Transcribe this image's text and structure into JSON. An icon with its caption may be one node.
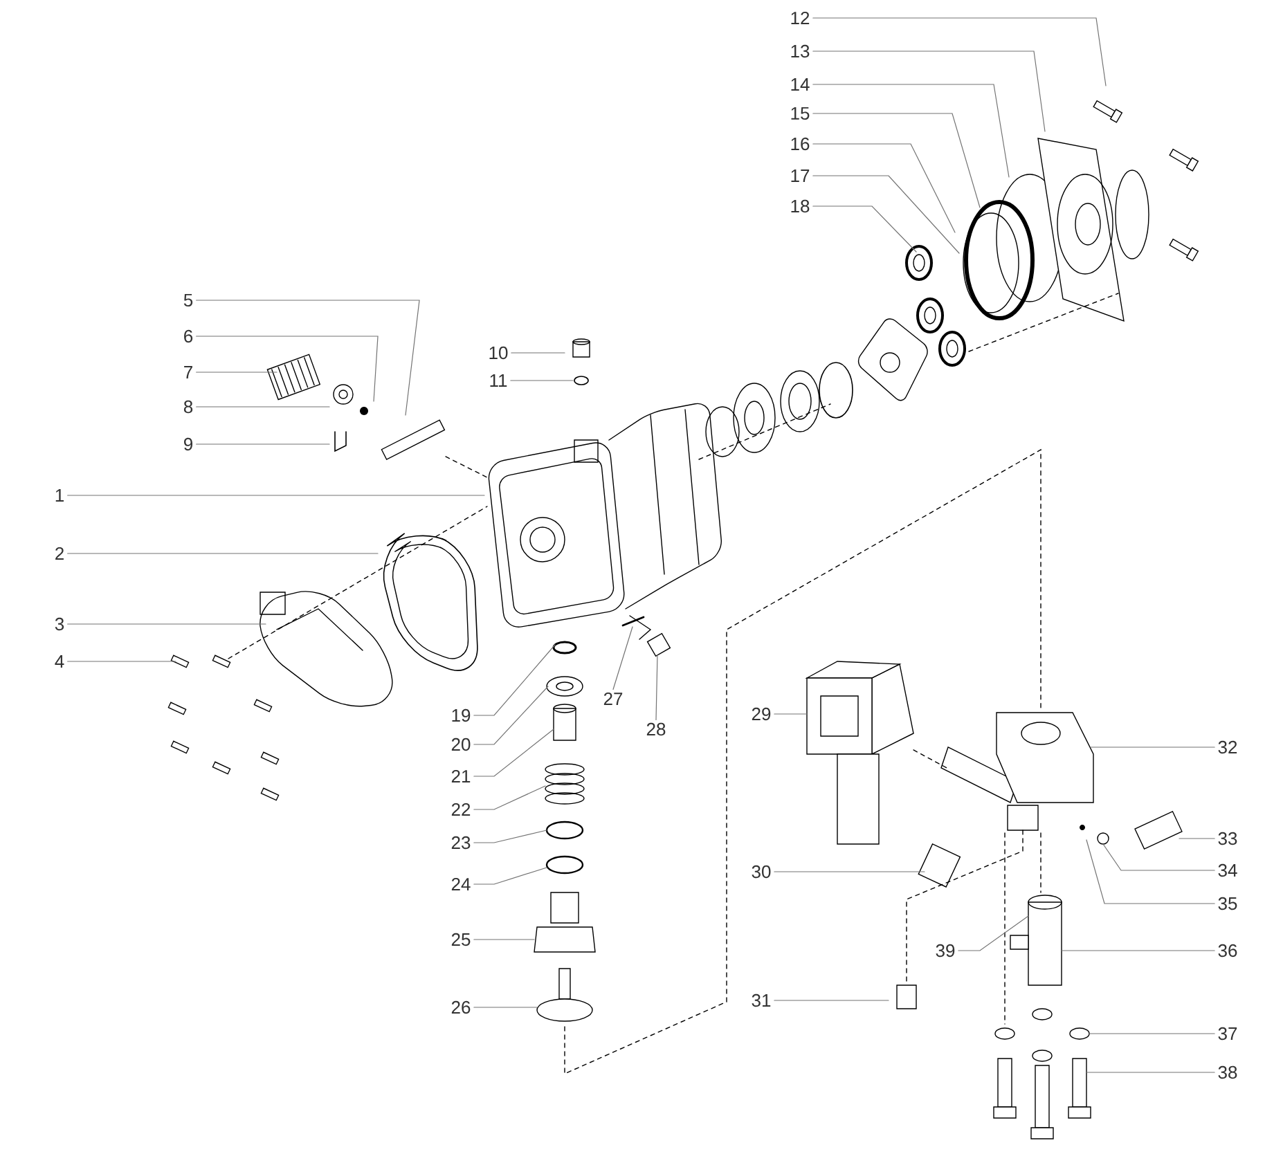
{
  "diagram": {
    "nodes": [
      {
        "text": [
          "1"
        ]
      },
      {
        "text": [
          "2"
        ]
      },
      {
        "text": [
          "3"
        ]
      },
      {
        "text": [
          "4"
        ]
      },
      {
        "text": [
          "5"
        ]
      },
      {
        "text": [
          "6"
        ]
      },
      {
        "text": [
          "7"
        ]
      },
      {
        "text": [
          "8"
        ]
      },
      {
        "text": [
          "9"
        ]
      },
      {
        "text": [
          "10"
        ]
      },
      {
        "text": [
          "11"
        ]
      },
      {
        "text": [
          "12"
        ]
      },
      {
        "text": [
          "13"
        ]
      },
      {
        "text": [
          "14"
        ]
      },
      {
        "text": [
          "15"
        ]
      },
      {
        "text": [
          "16"
        ]
      },
      {
        "text": [
          "17"
        ]
      },
      {
        "text": [
          "18"
        ]
      },
      {
        "text": [
          "19"
        ]
      },
      {
        "text": [
          "20"
        ]
      },
      {
        "text": [
          "21"
        ]
      },
      {
        "text": [
          "22"
        ]
      },
      {
        "text": [
          "23"
        ]
      },
      {
        "text": [
          "24"
        ]
      },
      {
        "text": [
          "25"
        ]
      },
      {
        "text": [
          "26"
        ]
      },
      {
        "text": [
          "27"
        ]
      },
      {
        "text": [
          "28"
        ]
      },
      {
        "text": [
          "29"
        ]
      },
      {
        "text": [
          "30"
        ]
      },
      {
        "text": [
          "31"
        ]
      },
      {
        "text": [
          "32"
        ]
      },
      {
        "text": [
          "33"
        ]
      },
      {
        "text": [
          "34"
        ]
      },
      {
        "text": [
          "35"
        ]
      },
      {
        "text": [
          "36"
        ]
      },
      {
        "text": [
          "37"
        ]
      },
      {
        "text": [
          "38"
        ]
      },
      {
        "text": [
          "39"
        ]
      }
    ],
    "edges": [
      {
        "from": 0,
        "to": null,
        "arrow": "none"
      },
      {
        "from": 1,
        "to": null,
        "arrow": "none"
      },
      {
        "from": 2,
        "to": null,
        "arrow": "none"
      },
      {
        "from": 3,
        "to": null,
        "arrow": "none"
      },
      {
        "from": 4,
        "to": null,
        "arrow": "none"
      },
      {
        "from": 5,
        "to": null,
        "arrow": "none"
      },
      {
        "from": 6,
        "to": null,
        "arrow": "none"
      },
      {
        "from": 7,
        "to": null,
        "arrow": "none"
      },
      {
        "from": 8,
        "to": null,
        "arrow": "none"
      },
      {
        "from": 9,
        "to": null,
        "arrow": "none"
      },
      {
        "from": 10,
        "to": null,
        "arrow": "none"
      },
      {
        "from": 11,
        "to": null,
        "arrow": "none"
      },
      {
        "from": 12,
        "to": null,
        "arrow": "none"
      },
      {
        "from": 13,
        "to": null,
        "arrow": "none"
      },
      {
        "from": 14,
        "to": null,
        "arrow": "none"
      },
      {
        "from": 15,
        "to": null,
        "arrow": "none"
      },
      {
        "from": 16,
        "to": null,
        "arrow": "none"
      },
      {
        "from": 17,
        "to": null,
        "arrow": "none"
      },
      {
        "from": 18,
        "to": null,
        "arrow": "none"
      },
      {
        "from": 19,
        "to": null,
        "arrow": "none"
      },
      {
        "from": 20,
        "to": null,
        "arrow": "none"
      },
      {
        "from": 21,
        "to": null,
        "arrow": "none"
      },
      {
        "from": 22,
        "to": null,
        "arrow": "none"
      },
      {
        "from": 23,
        "to": null,
        "arrow": "none"
      },
      {
        "from": 24,
        "to": null,
        "arrow": "none"
      },
      {
        "from": 25,
        "to": null,
        "arrow": "none"
      },
      {
        "from": 26,
        "to": null,
        "arrow": "none"
      },
      {
        "from": 27,
        "to": null,
        "arrow": "none"
      },
      {
        "from": 28,
        "to": null,
        "arrow": "none"
      },
      {
        "from": 29,
        "to": null,
        "arrow": "none"
      },
      {
        "from": 30,
        "to": null,
        "arrow": "none"
      },
      {
        "from": 31,
        "to": null,
        "arrow": "none"
      },
      {
        "from": 32,
        "to": null,
        "arrow": "none"
      },
      {
        "from": 33,
        "to": null,
        "arrow": "none"
      },
      {
        "from": 34,
        "to": null,
        "arrow": "none"
      },
      {
        "from": 35,
        "to": null,
        "arrow": "none"
      },
      {
        "from": 36,
        "to": null,
        "arrow": "none"
      },
      {
        "from": 37,
        "to": null,
        "arrow": "none"
      },
      {
        "from": 38,
        "to": null,
        "arrow": "none"
      }
    ]
  }
}
